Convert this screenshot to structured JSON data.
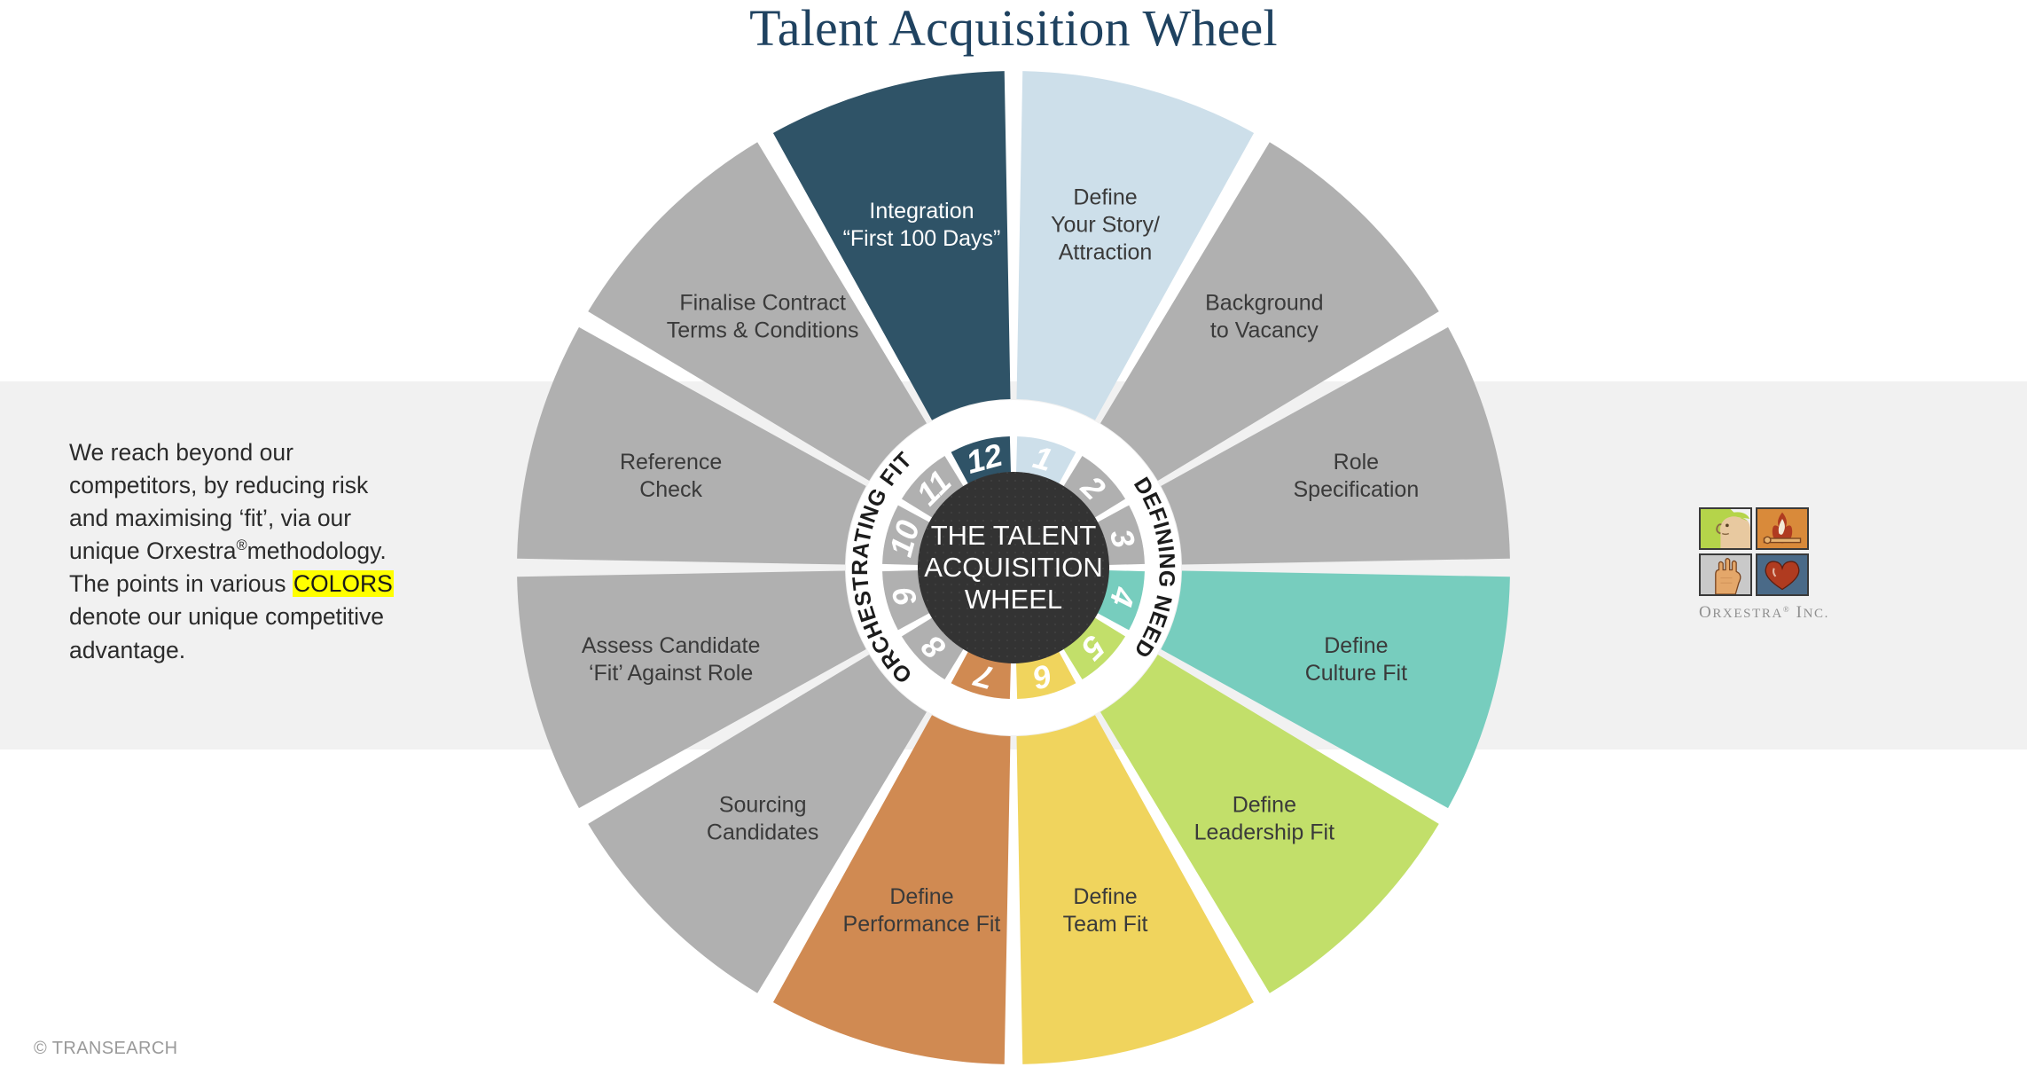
{
  "title": "Talent Acquisition Wheel",
  "blurb": {
    "line1": "We reach beyond our",
    "line2": "competitors, by reducing risk",
    "line3": "and maximising ‘fit’, via our",
    "line4_a": "unique Orxestra",
    "line4_reg": "®",
    "line4_b": "methodology.",
    "line5_a": "The points in various ",
    "line5_hl": "COLORS",
    "line6": "denote our unique competitive",
    "line7": "advantage."
  },
  "footer": "© TRANSEARCH",
  "logo": {
    "word_o": "O",
    "word_rxestra": "RXESTRA",
    "reg": "®",
    "word_i": " I",
    "word_nc": "NC.",
    "tiles": [
      "face-profile-icon",
      "flame-icon",
      "hand-icon",
      "heart-icon"
    ]
  },
  "hub": {
    "line1": "THE TALENT",
    "line2": "ACQUISITION",
    "line3": "WHEEL"
  },
  "ring_words": {
    "right": "DEFINING NEED",
    "left": "ORCHESTRATING FIT"
  },
  "colors": {
    "title": "#1f4260",
    "band": "#f1f1f1",
    "hub": "#333333",
    "ring_white": "#ffffff",
    "gray": "#b0b0b0",
    "navy": "#2f5367",
    "lightblue": "#cddfea",
    "teal": "#77cdbe",
    "green": "#c2df6a",
    "yellow": "#f0d45d",
    "orange": "#d08a52",
    "highlight": "#ffff00",
    "footer_text": "#9a9a9a"
  },
  "chart_data": {
    "type": "pie",
    "title": "Talent Acquisition Wheel",
    "center_label": "THE TALENT ACQUISITION WHEEL",
    "note": "12 equal 30° segments, clockwise starting at 12 o'clock (segment 1 at 0°)",
    "groups": [
      {
        "name": "DEFINING NEED",
        "segments": [
          1,
          2,
          3,
          4,
          5,
          6
        ]
      },
      {
        "name": "ORCHESTRATING FIT",
        "segments": [
          7,
          8,
          9,
          10,
          11,
          12
        ]
      }
    ],
    "segments": [
      {
        "n": "1",
        "label_lines": [
          "Define",
          "Your Story/",
          "Attraction"
        ],
        "color": "#cddfea",
        "text_color": "#3a3a3a",
        "num_color": "#ffffff",
        "highlight": true
      },
      {
        "n": "2",
        "label_lines": [
          "Background",
          "to Vacancy"
        ],
        "color": "#b0b0b0",
        "text_color": "#3a3a3a",
        "num_color": "#ffffff",
        "highlight": false
      },
      {
        "n": "3",
        "label_lines": [
          "Role",
          "Specification"
        ],
        "color": "#b0b0b0",
        "text_color": "#3a3a3a",
        "num_color": "#ffffff",
        "highlight": false
      },
      {
        "n": "4",
        "label_lines": [
          "Define",
          "Culture Fit"
        ],
        "color": "#77cdbe",
        "text_color": "#3a3a3a",
        "num_color": "#ffffff",
        "highlight": true
      },
      {
        "n": "5",
        "label_lines": [
          "Define",
          "Leadership Fit"
        ],
        "color": "#c2df6a",
        "text_color": "#3a3a3a",
        "num_color": "#ffffff",
        "highlight": true
      },
      {
        "n": "6",
        "label_lines": [
          "Define",
          "Team Fit"
        ],
        "color": "#f0d45d",
        "text_color": "#3a3a3a",
        "num_color": "#ffffff",
        "highlight": true
      },
      {
        "n": "7",
        "label_lines": [
          "Define",
          "Performance Fit"
        ],
        "color": "#d08a52",
        "text_color": "#3a3a3a",
        "num_color": "#ffffff",
        "highlight": true
      },
      {
        "n": "8",
        "label_lines": [
          "Sourcing",
          "Candidates"
        ],
        "color": "#b0b0b0",
        "text_color": "#3a3a3a",
        "num_color": "#ffffff",
        "highlight": false
      },
      {
        "n": "9",
        "label_lines": [
          "Assess Candidate",
          "‘Fit’ Against Role"
        ],
        "color": "#b0b0b0",
        "text_color": "#3a3a3a",
        "num_color": "#ffffff",
        "highlight": false
      },
      {
        "n": "10",
        "label_lines": [
          "Reference",
          "Check"
        ],
        "color": "#b0b0b0",
        "text_color": "#3a3a3a",
        "num_color": "#ffffff",
        "highlight": false
      },
      {
        "n": "11",
        "label_lines": [
          "Finalise Contract",
          "Terms & Conditions"
        ],
        "color": "#b0b0b0",
        "text_color": "#3a3a3a",
        "num_color": "#ffffff",
        "highlight": false
      },
      {
        "n": "12",
        "label_lines": [
          "Integration",
          "“First 100 Days”"
        ],
        "color": "#2f5367",
        "text_color": "#ffffff",
        "num_color": "#ffffff",
        "highlight": true
      }
    ]
  }
}
